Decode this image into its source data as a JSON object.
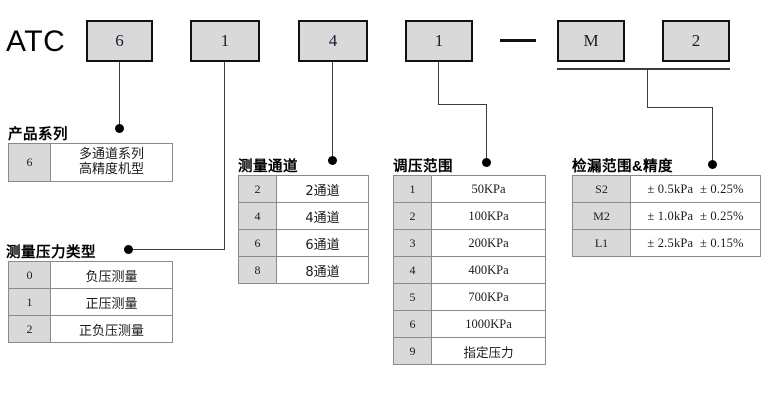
{
  "diagram": {
    "type": "product-model-code-breakdown",
    "prefix": "ATC",
    "separator_dash": "—",
    "code_boxes": [
      {
        "name": "series",
        "value": "6"
      },
      {
        "name": "pressure-type",
        "value": "1"
      },
      {
        "name": "channels",
        "value": "4"
      },
      {
        "name": "pressure-range",
        "value": "1"
      },
      {
        "name": "leak-letter",
        "value": "M"
      },
      {
        "name": "leak-number",
        "value": "2"
      }
    ]
  },
  "groups": [
    {
      "id": "series",
      "title": "产品系列",
      "rows": [
        {
          "code": "6",
          "desc": "多通道系列\n高精度机型"
        }
      ]
    },
    {
      "id": "pressure-type",
      "title": "测量压力类型",
      "rows": [
        {
          "code": "0",
          "desc": "负压测量"
        },
        {
          "code": "1",
          "desc": "正压测量"
        },
        {
          "code": "2",
          "desc": "正负压测量"
        }
      ]
    },
    {
      "id": "channels",
      "title": "测量通道",
      "rows": [
        {
          "code": "2",
          "desc": "2通道"
        },
        {
          "code": "4",
          "desc": "4通道"
        },
        {
          "code": "6",
          "desc": "6通道"
        },
        {
          "code": "8",
          "desc": "8通道"
        }
      ]
    },
    {
      "id": "pressure-range",
      "title": "调压范围",
      "rows": [
        {
          "code": "1",
          "desc": "50KPa"
        },
        {
          "code": "2",
          "desc": "100KPa"
        },
        {
          "code": "3",
          "desc": "200KPa"
        },
        {
          "code": "4",
          "desc": "400KPa"
        },
        {
          "code": "5",
          "desc": "700KPa"
        },
        {
          "code": "6",
          "desc": "1000KPa"
        },
        {
          "code": "9",
          "desc": "指定压力"
        }
      ]
    },
    {
      "id": "leak-range-accuracy",
      "title": "检漏范围&精度",
      "rows": [
        {
          "code": "S2",
          "range": "± 0.5kPa",
          "accuracy": "± 0.25%"
        },
        {
          "code": "M2",
          "range": "± 1.0kPa",
          "accuracy": "± 0.25%"
        },
        {
          "code": "L1",
          "range": "± 2.5kPa",
          "accuracy": "± 0.15%"
        }
      ]
    }
  ],
  "colors": {
    "box_fill": "#d9d9d9",
    "box_border": "#111111",
    "table_border": "#8a8a8a",
    "connector": "#3d3d3d",
    "background": "#ffffff"
  }
}
